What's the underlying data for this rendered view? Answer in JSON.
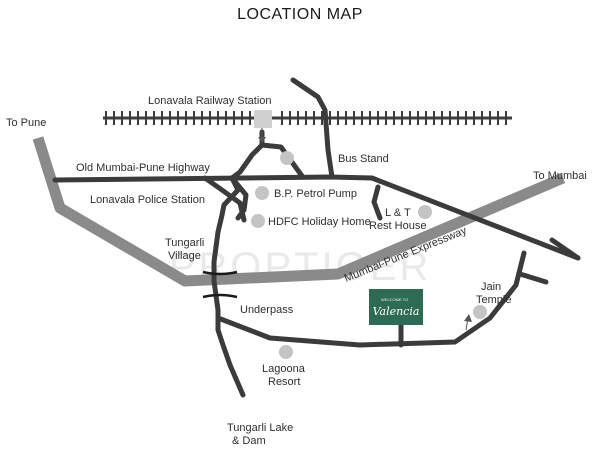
{
  "title": "LOCATION MAP",
  "watermark": "PROPTIGER",
  "labels": {
    "to_pune": "To Pune",
    "railway_station": "Lonavala Railway Station",
    "bus_stand": "Bus Stand",
    "old_highway": "Old Mumbai-Pune Highway",
    "to_mumbai": "To Mumbai",
    "petrol_pump": "B.P. Petrol Pump",
    "police_station": "Lonavala Police Station",
    "lt": "L & T",
    "rest_house": "Rest House",
    "hdfc": "HDFC Holiday Home",
    "tungarli": "Tungarli",
    "village": "Village",
    "expressway": "Mumbai-Pune Expressway",
    "jain": "Jain",
    "temple": "Temple",
    "underpass": "Underpass",
    "lagoona": "Lagoona",
    "resort": "Resort",
    "tungarli_lake": "Tungarli Lake",
    "dam": "& Dam"
  },
  "project": {
    "top_text": "WELCOME TO",
    "name": "Valencia"
  },
  "colors": {
    "road": "#3b3b3b",
    "expressway": "#8a8a8a",
    "landmark_dot": "#c4c4c4",
    "project_badge": "#2e6b55"
  }
}
